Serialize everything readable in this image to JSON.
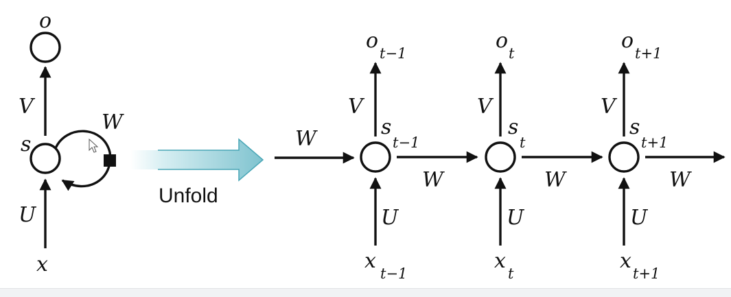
{
  "folded": {
    "output": "o",
    "state": "s",
    "input": "x",
    "weights": {
      "V": "V",
      "W": "W",
      "U": "U"
    }
  },
  "arrow": {
    "label": "Unfold",
    "colors": {
      "left": "#ffffff",
      "right": "#7fc3cf",
      "stroke": "#49a6b6"
    }
  },
  "unfolded": {
    "W": "W",
    "steps": [
      {
        "o": "o",
        "o_sub": "t−1",
        "s": "s",
        "s_sub": "t−1",
        "x": "x",
        "x_sub": "t−1",
        "V": "V",
        "U": "U",
        "W": "W"
      },
      {
        "o": "o",
        "o_sub": "t",
        "s": "s",
        "s_sub": "t",
        "x": "x",
        "x_sub": "t",
        "V": "V",
        "U": "U",
        "W": "W"
      },
      {
        "o": "o",
        "o_sub": "t+1",
        "s": "s",
        "s_sub": "t+1",
        "x": "x",
        "x_sub": "t+1",
        "V": "V",
        "U": "U",
        "W": "W"
      }
    ]
  },
  "icons": {
    "cursor": "mouse-pointer-icon",
    "delay": "delay-square-icon"
  }
}
